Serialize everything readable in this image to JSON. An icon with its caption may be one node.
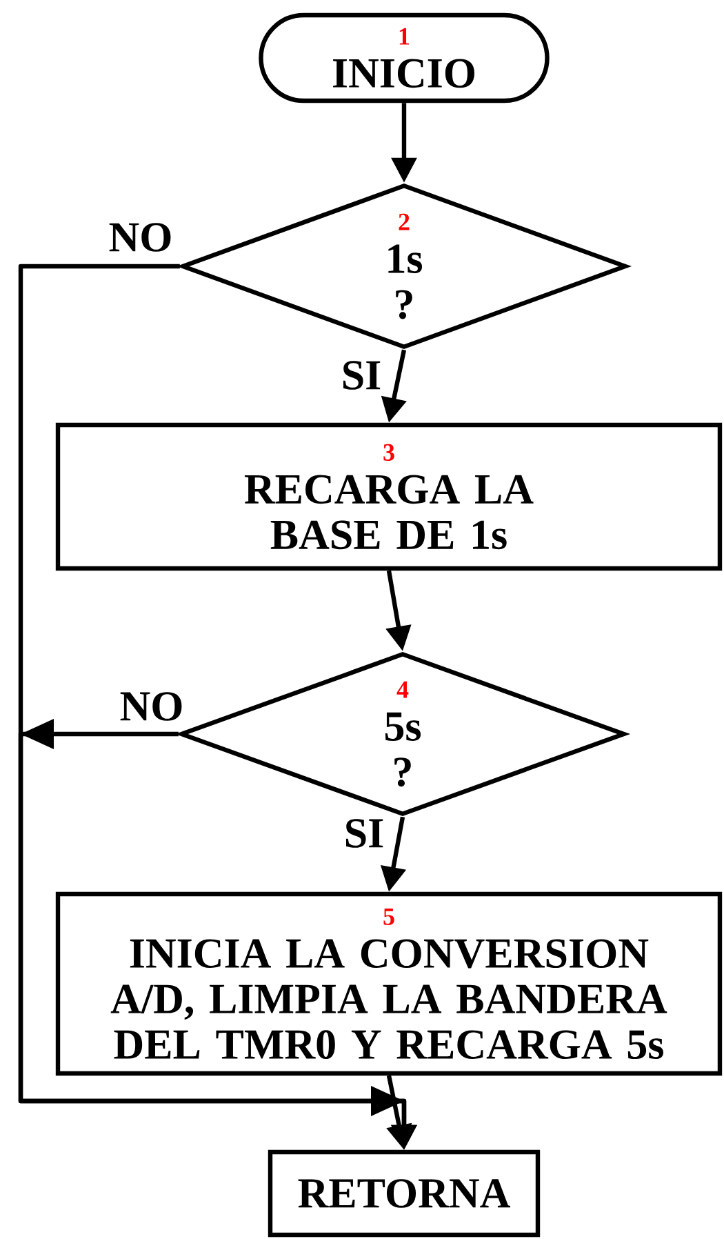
{
  "diagram": {
    "nodes": [
      {
        "text": [
          "1",
          "INICIO"
        ]
      },
      {
        "text": [
          "2",
          "1s ?"
        ]
      },
      {
        "text": [
          "3",
          "RECARGA LA BASE DE 1s"
        ]
      },
      {
        "text": [
          "4",
          "5s ?"
        ]
      },
      {
        "text": [
          "5",
          "INICIA LA CONVERSION A/D, LIMPIA LA BANDERA DEL TMR0 Y RECARGA 5s"
        ]
      },
      {
        "text": [
          "RETORNA"
        ]
      }
    ],
    "edges": [
      {
        "from": 0,
        "to": 1,
        "arrow": "to"
      },
      {
        "from": 1,
        "to": 2,
        "arrow": "to",
        "label": "SI"
      },
      {
        "from": 2,
        "to": 3,
        "arrow": "to"
      },
      {
        "from": 3,
        "to": 4,
        "arrow": "to",
        "label": "SI"
      },
      {
        "from": 4,
        "to": 5,
        "arrow": "to"
      },
      {
        "from": 1,
        "to": 5,
        "arrow": "to",
        "label": "NO"
      },
      {
        "from": 3,
        "to": 5,
        "arrow": "to",
        "label": "NO"
      }
    ]
  }
}
